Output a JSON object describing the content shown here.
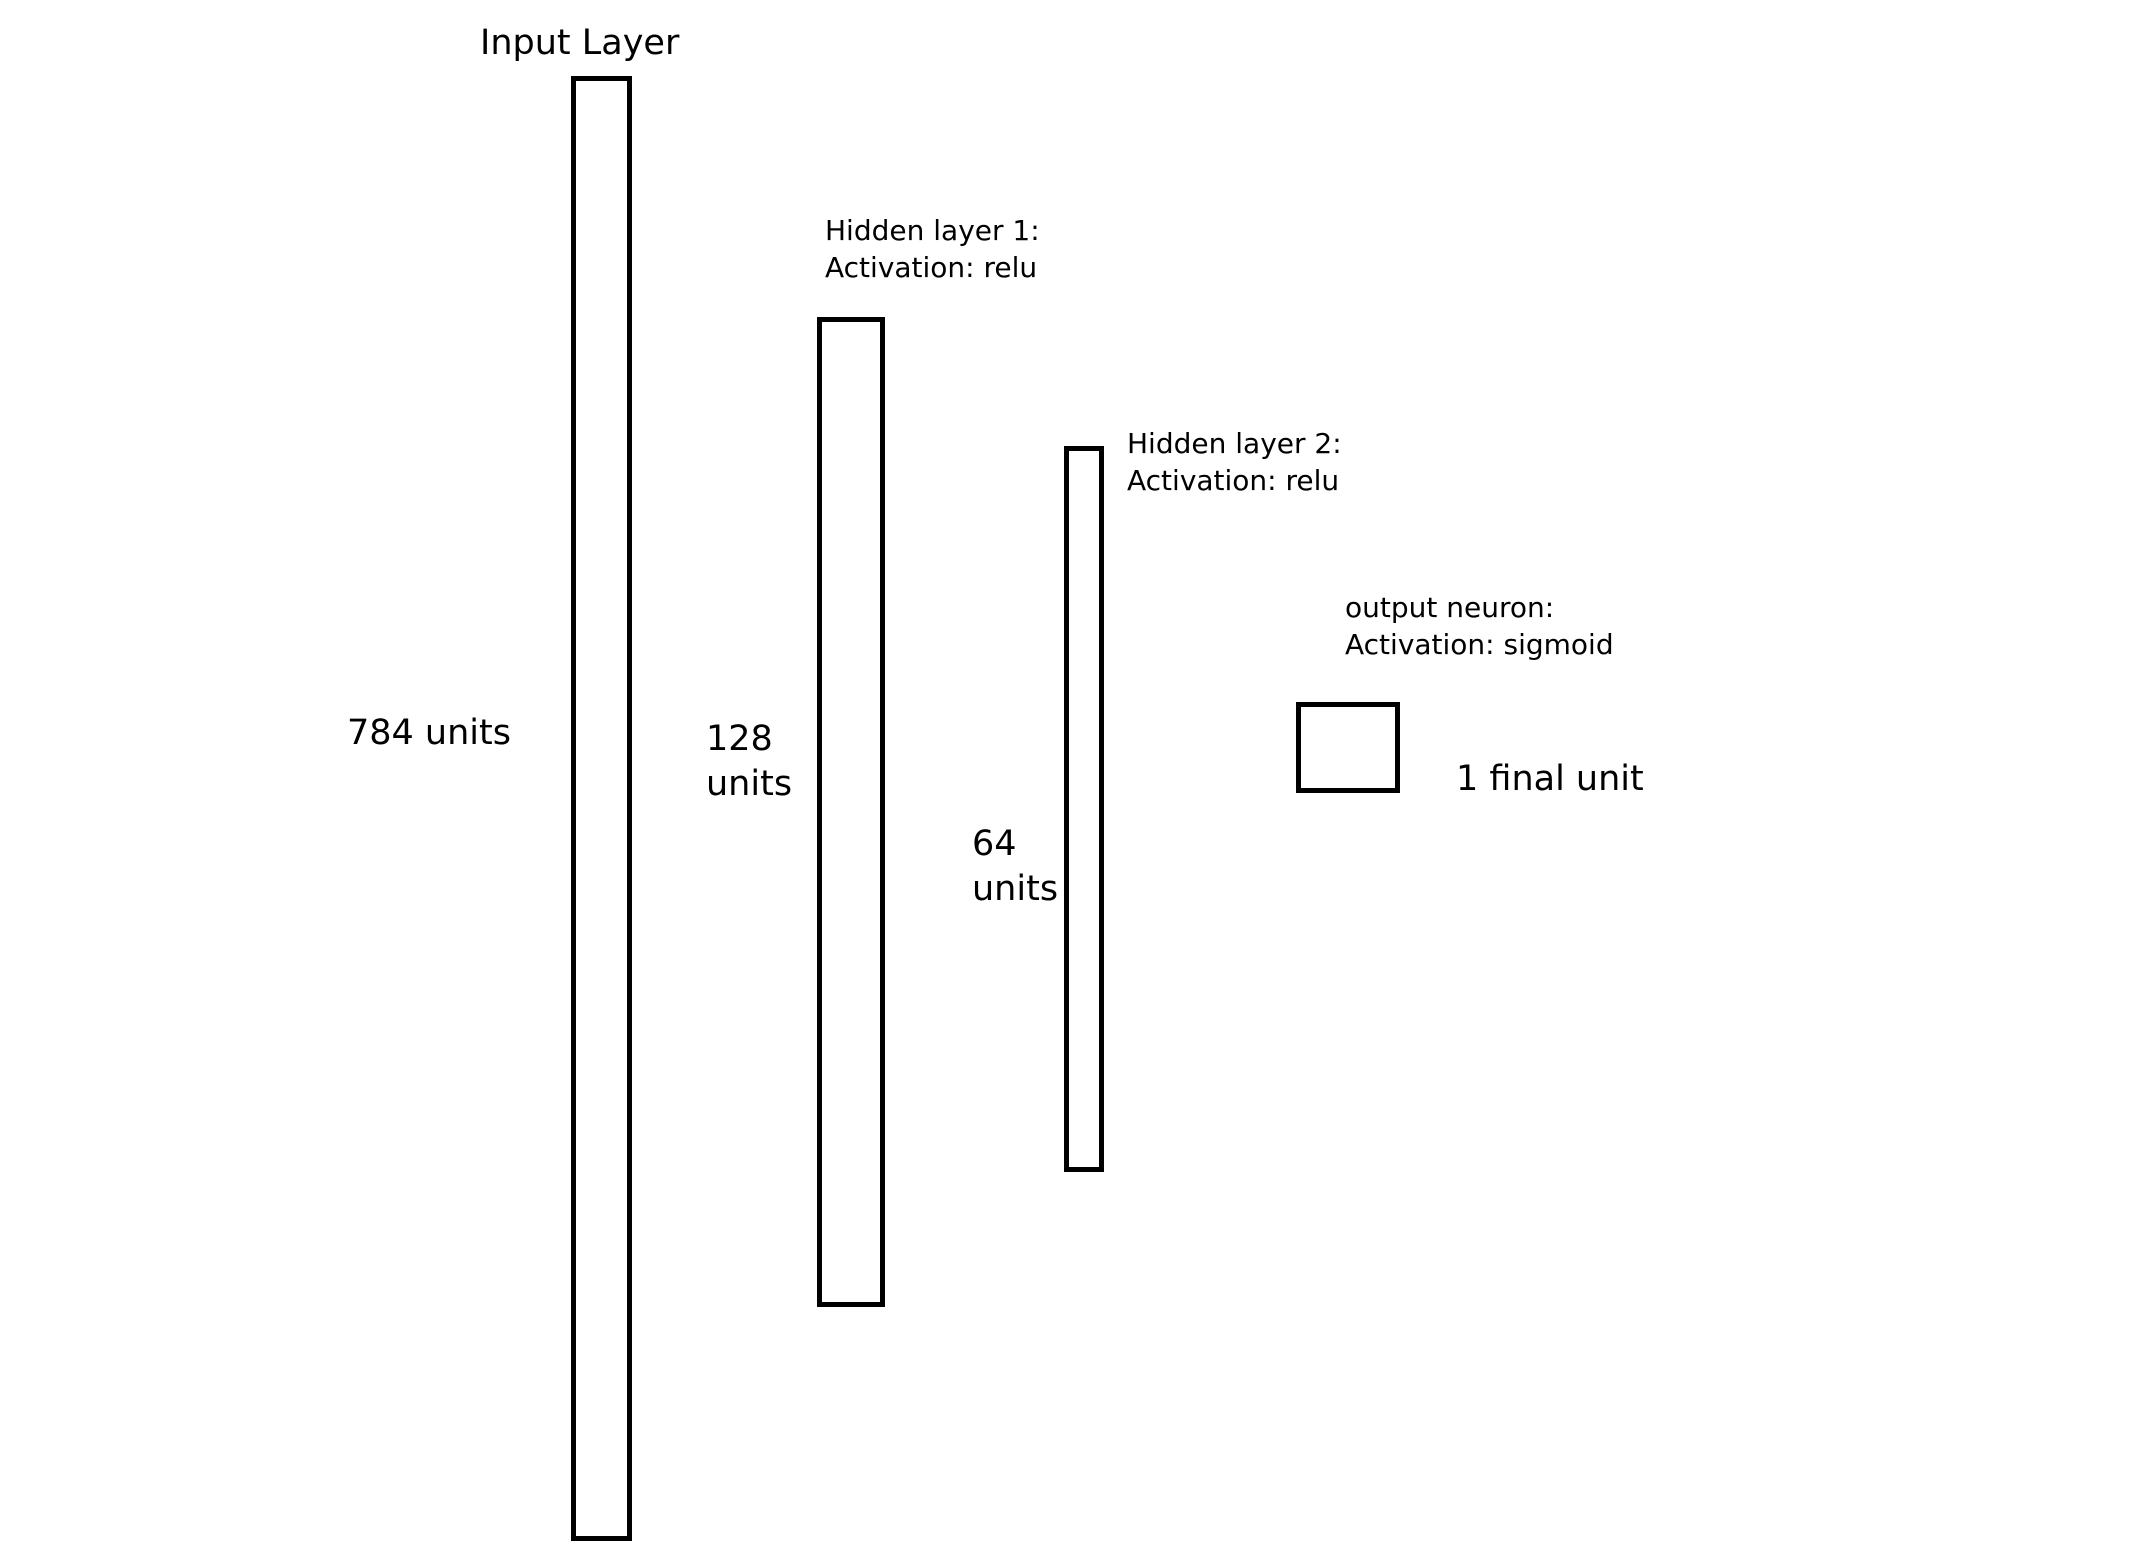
{
  "diagram": {
    "layers": [
      {
        "id": "input",
        "title": "Input Layer",
        "units_label": "784 units"
      },
      {
        "id": "hidden1",
        "caption_line1": "Hidden layer 1:",
        "caption_line2": "Activation: relu",
        "units_line1": "128",
        "units_line2": "units"
      },
      {
        "id": "hidden2",
        "caption_line1": "Hidden layer 2:",
        "caption_line2": "Activation: relu",
        "units_line1": "64",
        "units_line2": "units"
      },
      {
        "id": "output",
        "caption_line1": "output neuron:",
        "caption_line2": "Activation: sigmoid",
        "units_label": "1 final unit"
      }
    ],
    "colors": {
      "stroke": "#000000",
      "fill": "#ffffff",
      "background": "#ffffff"
    }
  }
}
